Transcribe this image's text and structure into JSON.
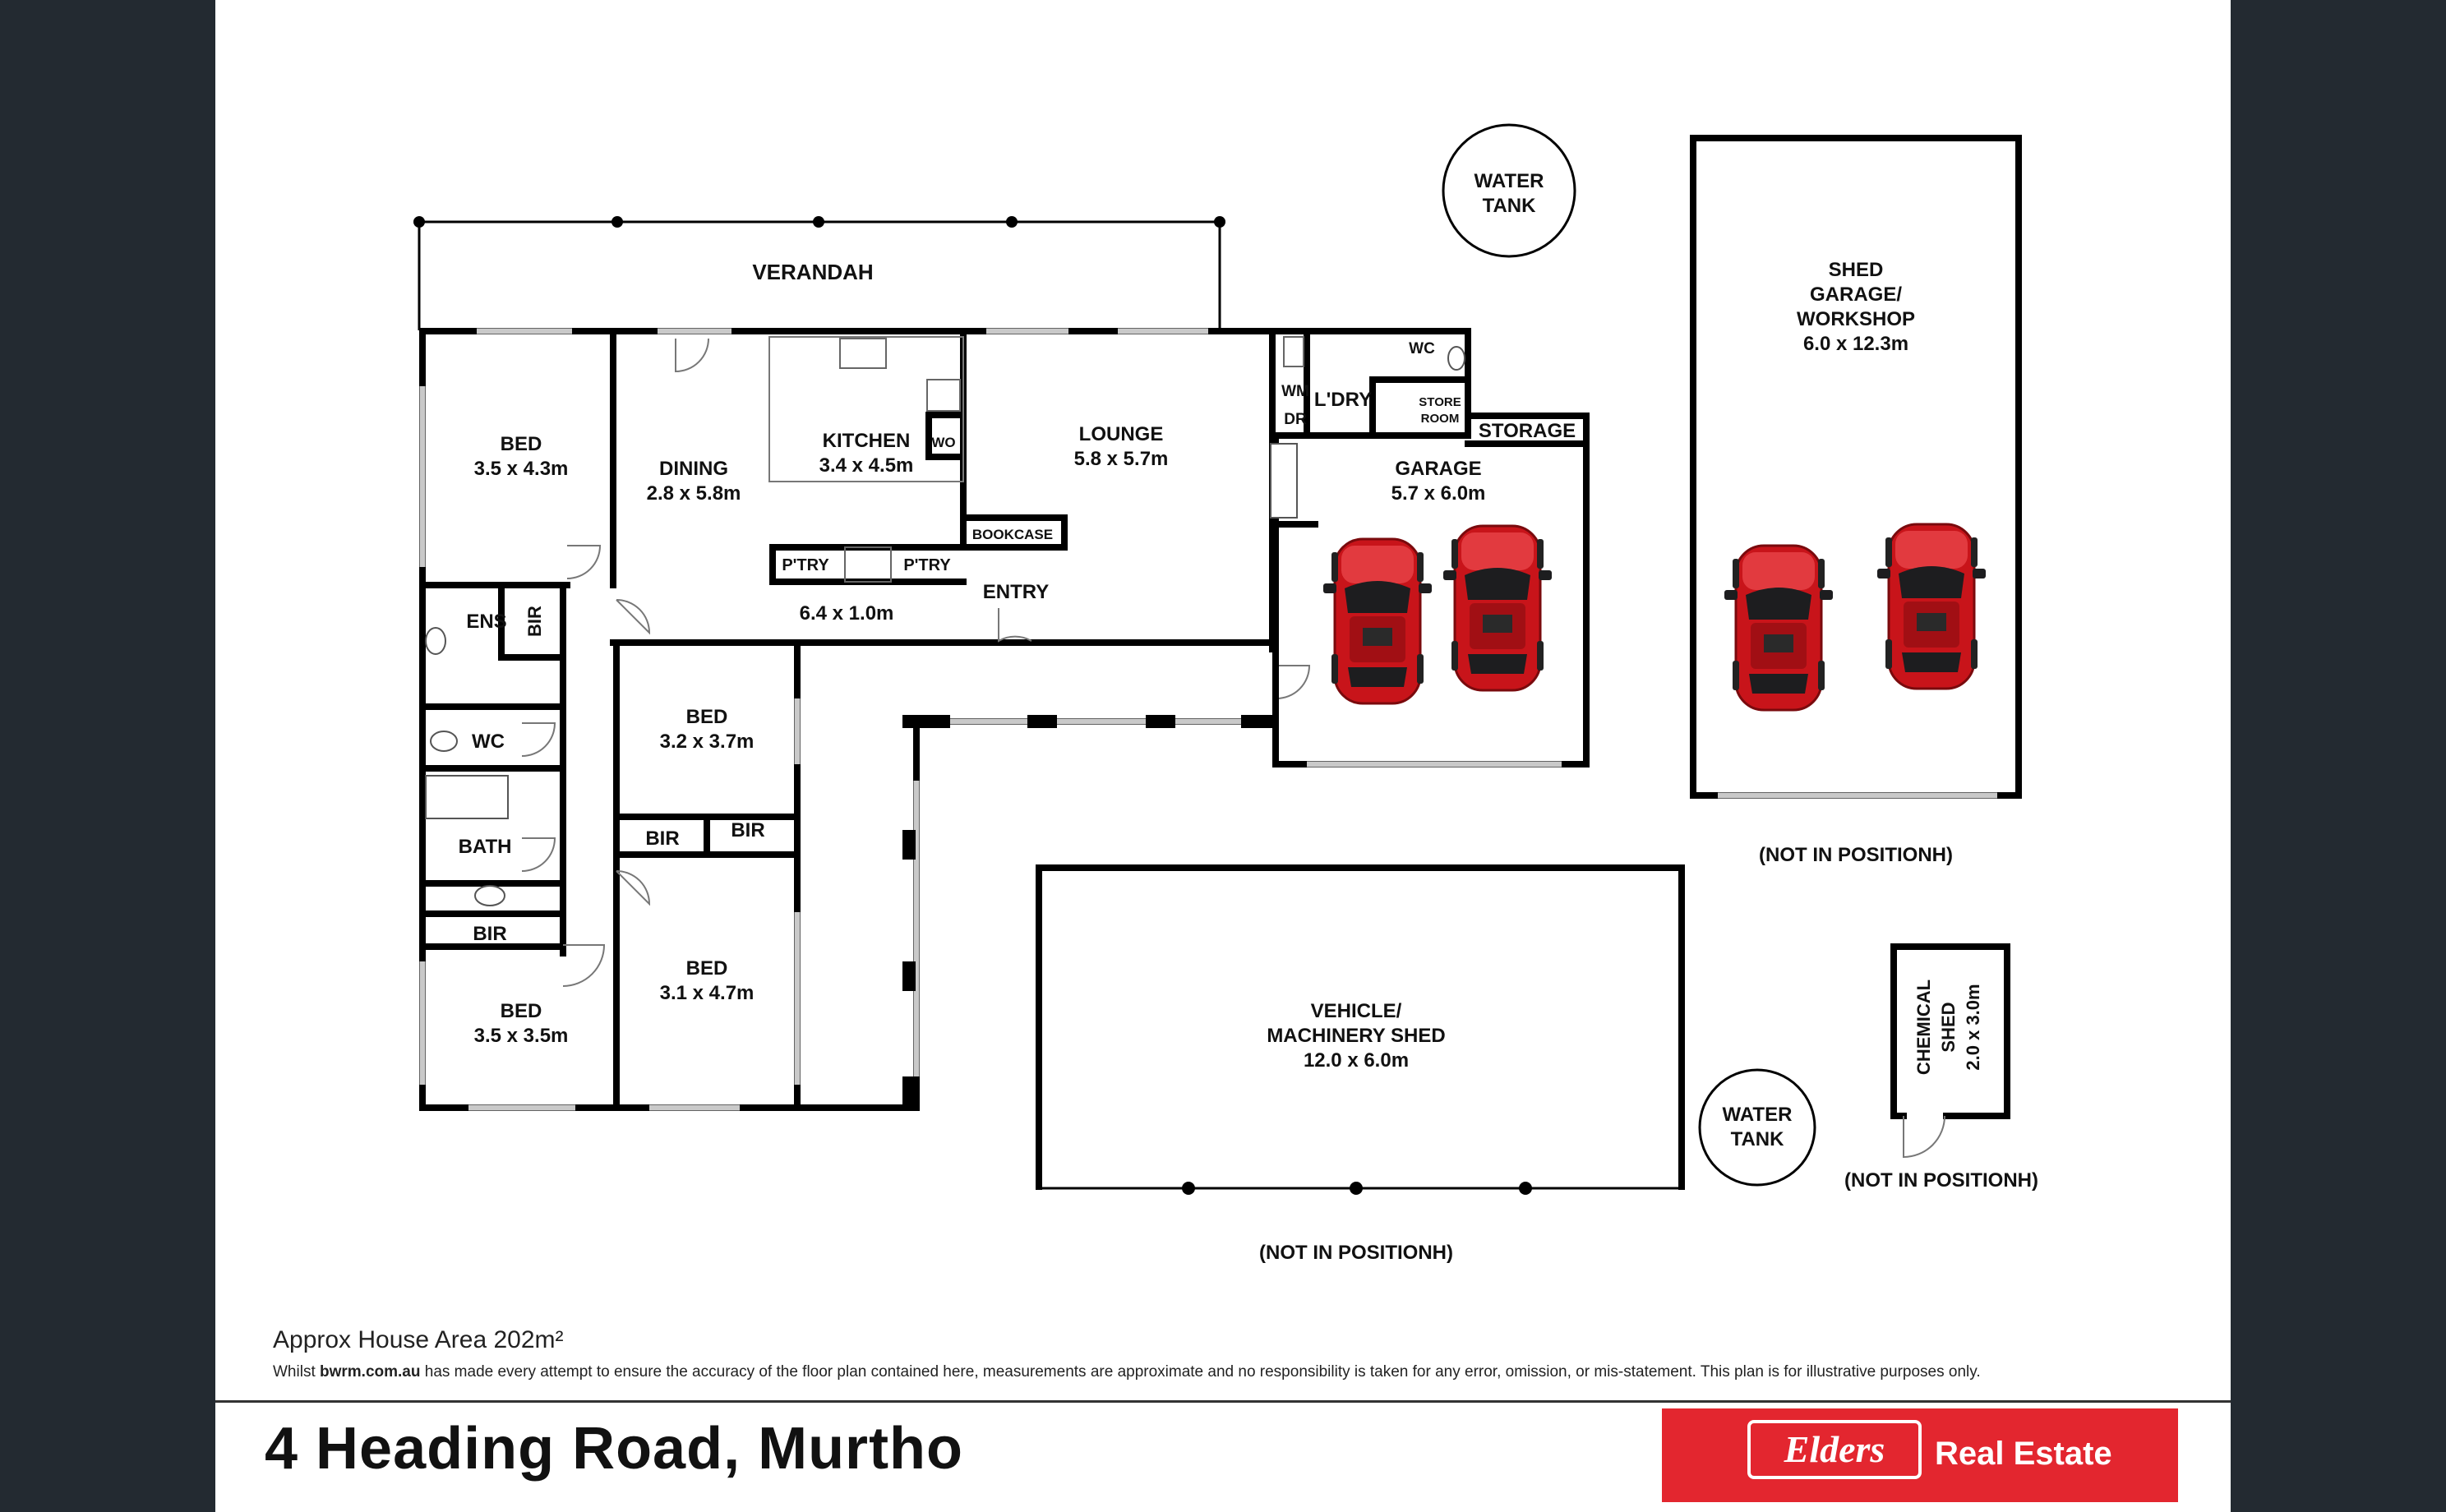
{
  "plan": {
    "verandah": "VERANDAH",
    "water_tank_1": [
      "WATER",
      "TANK"
    ],
    "water_tank_2": [
      "WATER",
      "TANK"
    ],
    "shed_garage": [
      "SHED",
      "GARAGE/",
      "WORKSHOP",
      "6.0 x 12.3m"
    ],
    "bed1": [
      "BED",
      "3.5 x 4.3m"
    ],
    "dining": [
      "DINING",
      "2.8 x 5.8m"
    ],
    "kitchen": [
      "KITCHEN",
      "3.4 x 4.5m"
    ],
    "wo": "WO",
    "lounge": [
      "LOUNGE",
      "5.8 x 5.7m"
    ],
    "wm": "WM",
    "dr": "DR",
    "laundry": "L'DRY",
    "wc_laundry": "WC",
    "store_room": [
      "STORE",
      "ROOM"
    ],
    "storage": "STORAGE",
    "garage": [
      "GARAGE",
      "5.7 x 6.0m"
    ],
    "bookcase": "BOOKCASE",
    "pantry_left": "P'TRY",
    "pantry_right": "P'TRY",
    "entry": "ENTRY",
    "hall": "6.4 x 1.0m",
    "ens": "ENS",
    "bir_ens": "BIR",
    "wc": "WC",
    "bath": "BATH",
    "bir_bath": "BIR",
    "bed2": [
      "BED",
      "3.2 x 3.7m"
    ],
    "bir_bed2a": "BIR",
    "bir_bed2b": "BIR",
    "bed3": [
      "BED",
      "3.5 x 3.5m"
    ],
    "bed4": [
      "BED",
      "3.1 x 4.7m"
    ],
    "not_in_position_1": "(NOT IN POSITIONH)",
    "not_in_position_2": "(NOT IN POSITIONH)",
    "not_in_position_3": "(NOT IN POSITIONH)",
    "vehicle_shed": [
      "VEHICLE/",
      "MACHINERY SHED",
      "12.0 x 6.0m"
    ],
    "chemical_shed": [
      "CHEMICAL",
      "SHED",
      "2.0 x 3.0m"
    ]
  },
  "footer": {
    "area": "Approx House Area 202m²",
    "disclaimer_prefix": "Whilst ",
    "disclaimer_site": "bwrm.com.au",
    "disclaimer_rest": " has made every attempt to ensure the accuracy of the floor plan contained here, measurements are approximate and no responsibility is taken for any error, omission, or mis-statement. This plan is for illustrative purposes only.",
    "address": "4 Heading Road, Murtho"
  },
  "brand": {
    "logo": "Elders",
    "text": "Real Estate",
    "color": "#e3262f"
  },
  "colors": {
    "background": "#232a31",
    "car": "#c8141a"
  }
}
